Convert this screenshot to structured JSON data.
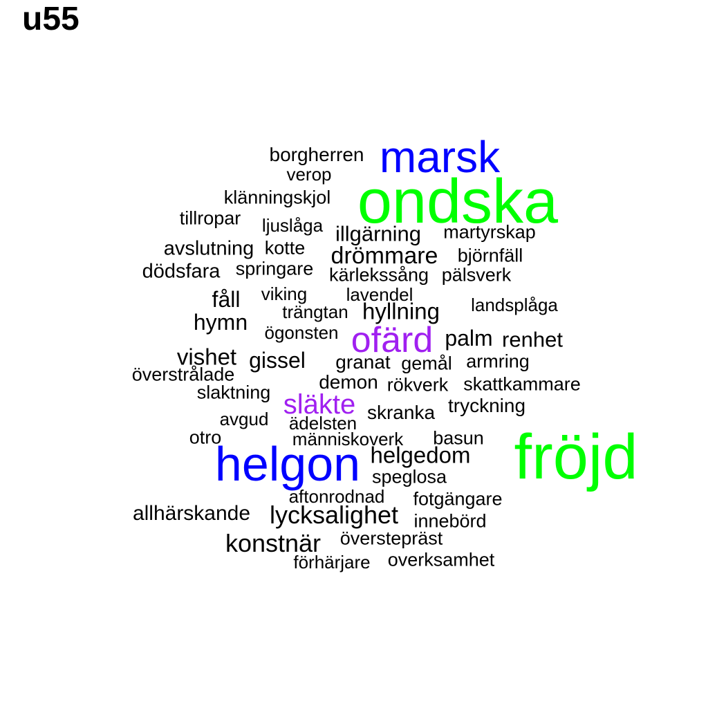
{
  "title": "u55",
  "colors": {
    "black": "#000000",
    "blue": "#0000ff",
    "green": "#00ff00",
    "purple": "#a020f0"
  },
  "chart_data": {
    "type": "wordcloud",
    "words": [
      {
        "text": "borgherren",
        "color": "#000000",
        "weight": 1
      },
      {
        "text": "marsk",
        "color": "#0000ff",
        "weight": 3
      },
      {
        "text": "verop",
        "color": "#000000",
        "weight": 1
      },
      {
        "text": "ondska",
        "color": "#00ff00",
        "weight": 5
      },
      {
        "text": "klänningskjol",
        "color": "#000000",
        "weight": 1
      },
      {
        "text": "tillropar",
        "color": "#000000",
        "weight": 1
      },
      {
        "text": "ljuslåga",
        "color": "#000000",
        "weight": 1
      },
      {
        "text": "illgärning",
        "color": "#000000",
        "weight": 1
      },
      {
        "text": "martyrskap",
        "color": "#000000",
        "weight": 1
      },
      {
        "text": "avslutning",
        "color": "#000000",
        "weight": 1
      },
      {
        "text": "kotte",
        "color": "#000000",
        "weight": 1
      },
      {
        "text": "drömmare",
        "color": "#000000",
        "weight": 1
      },
      {
        "text": "björnfäll",
        "color": "#000000",
        "weight": 1
      },
      {
        "text": "dödsfara",
        "color": "#000000",
        "weight": 1
      },
      {
        "text": "springare",
        "color": "#000000",
        "weight": 1
      },
      {
        "text": "kärlekssång",
        "color": "#000000",
        "weight": 1
      },
      {
        "text": "pälsverk",
        "color": "#000000",
        "weight": 1
      },
      {
        "text": "fåll",
        "color": "#000000",
        "weight": 1
      },
      {
        "text": "viking",
        "color": "#000000",
        "weight": 1
      },
      {
        "text": "lavendel",
        "color": "#000000",
        "weight": 1
      },
      {
        "text": "landsplåga",
        "color": "#000000",
        "weight": 1
      },
      {
        "text": "trängtan",
        "color": "#000000",
        "weight": 1
      },
      {
        "text": "hyllning",
        "color": "#000000",
        "weight": 1
      },
      {
        "text": "hymn",
        "color": "#000000",
        "weight": 1
      },
      {
        "text": "ögonsten",
        "color": "#000000",
        "weight": 1
      },
      {
        "text": "ofärd",
        "color": "#a020f0",
        "weight": 2
      },
      {
        "text": "palm",
        "color": "#000000",
        "weight": 1
      },
      {
        "text": "renhet",
        "color": "#000000",
        "weight": 1
      },
      {
        "text": "vishet",
        "color": "#000000",
        "weight": 1
      },
      {
        "text": "gissel",
        "color": "#000000",
        "weight": 1
      },
      {
        "text": "granat",
        "color": "#000000",
        "weight": 1
      },
      {
        "text": "gemål",
        "color": "#000000",
        "weight": 1
      },
      {
        "text": "armring",
        "color": "#000000",
        "weight": 1
      },
      {
        "text": "överstrålade",
        "color": "#000000",
        "weight": 1
      },
      {
        "text": "demon",
        "color": "#000000",
        "weight": 1
      },
      {
        "text": "rökverk",
        "color": "#000000",
        "weight": 1
      },
      {
        "text": "skattkammare",
        "color": "#000000",
        "weight": 1
      },
      {
        "text": "slaktning",
        "color": "#000000",
        "weight": 1
      },
      {
        "text": "släkte",
        "color": "#a020f0",
        "weight": 2
      },
      {
        "text": "tryckning",
        "color": "#000000",
        "weight": 1
      },
      {
        "text": "skranka",
        "color": "#000000",
        "weight": 1
      },
      {
        "text": "avgud",
        "color": "#000000",
        "weight": 1
      },
      {
        "text": "ädelsten",
        "color": "#000000",
        "weight": 1
      },
      {
        "text": "otro",
        "color": "#000000",
        "weight": 1
      },
      {
        "text": "människoverk",
        "color": "#000000",
        "weight": 1
      },
      {
        "text": "basun",
        "color": "#000000",
        "weight": 1
      },
      {
        "text": "fröjd",
        "color": "#00ff00",
        "weight": 5
      },
      {
        "text": "helgon",
        "color": "#0000ff",
        "weight": 3
      },
      {
        "text": "helgedom",
        "color": "#000000",
        "weight": 1
      },
      {
        "text": "speglosa",
        "color": "#000000",
        "weight": 1
      },
      {
        "text": "aftonrodnad",
        "color": "#000000",
        "weight": 1
      },
      {
        "text": "fotgängare",
        "color": "#000000",
        "weight": 1
      },
      {
        "text": "allhärskande",
        "color": "#000000",
        "weight": 1
      },
      {
        "text": "lycksalighet",
        "color": "#000000",
        "weight": 1
      },
      {
        "text": "innebörd",
        "color": "#000000",
        "weight": 1
      },
      {
        "text": "konstnär",
        "color": "#000000",
        "weight": 1
      },
      {
        "text": "överstepräst",
        "color": "#000000",
        "weight": 1
      },
      {
        "text": "förhärjare",
        "color": "#000000",
        "weight": 1
      },
      {
        "text": "overksamhet",
        "color": "#000000",
        "weight": 1
      }
    ]
  }
}
